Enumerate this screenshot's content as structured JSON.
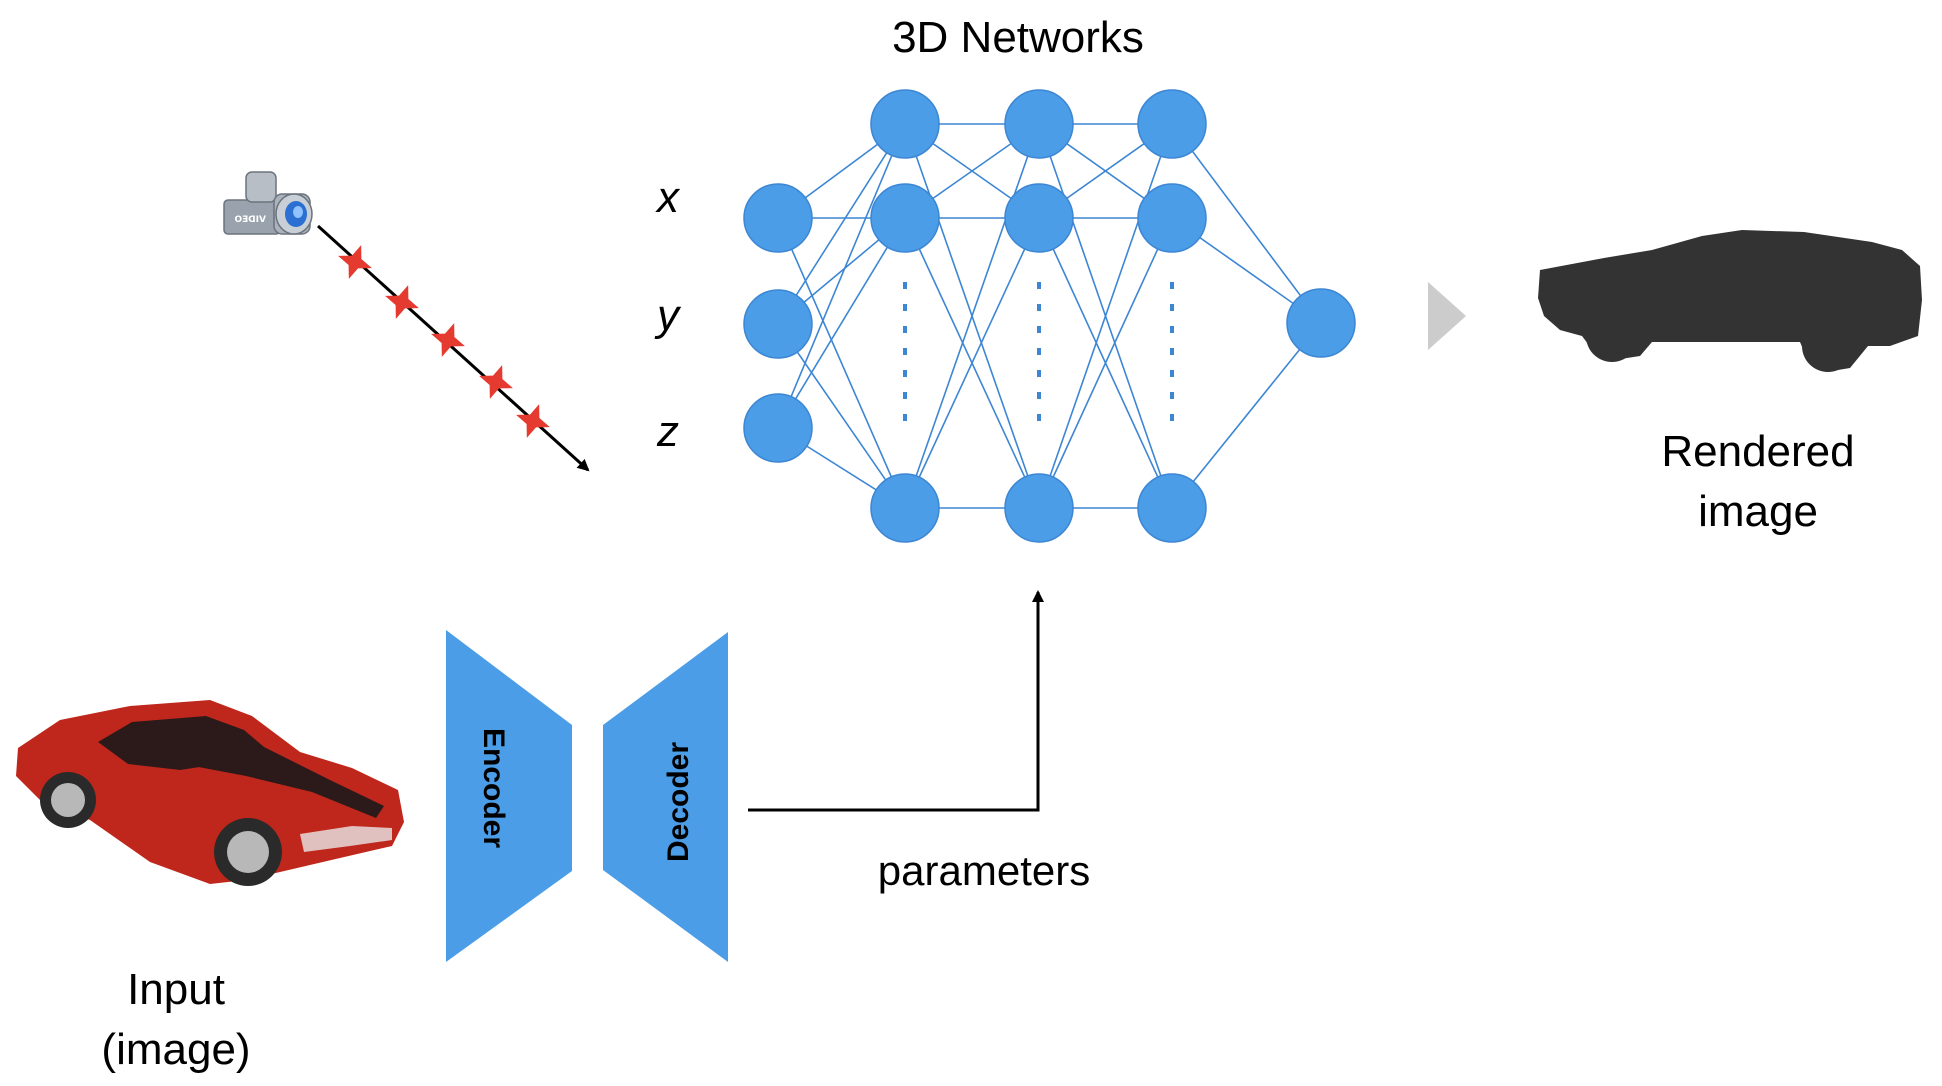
{
  "network": {
    "title": "3D Networks",
    "input_coords": [
      "x",
      "y",
      "z"
    ]
  },
  "encoder_label": "Encoder",
  "decoder_label": "Decoder",
  "parameters_label": "parameters",
  "input_caption": [
    "Input",
    "(image)"
  ],
  "output_caption": [
    "Rendered",
    "image"
  ],
  "camera_label": "VIDEO",
  "colors": {
    "node": "#4a9de6",
    "edge": "#3d86d4",
    "block": "#4a9de6",
    "ray_marker": "#e53a2f",
    "arrow": "#000000",
    "output_arrow": "#cccccc",
    "car_input": "#c0271c",
    "car_silhouette": "#333333"
  },
  "icons": [
    "video-camera-icon",
    "red-sports-car-image",
    "car-silhouette-image"
  ]
}
